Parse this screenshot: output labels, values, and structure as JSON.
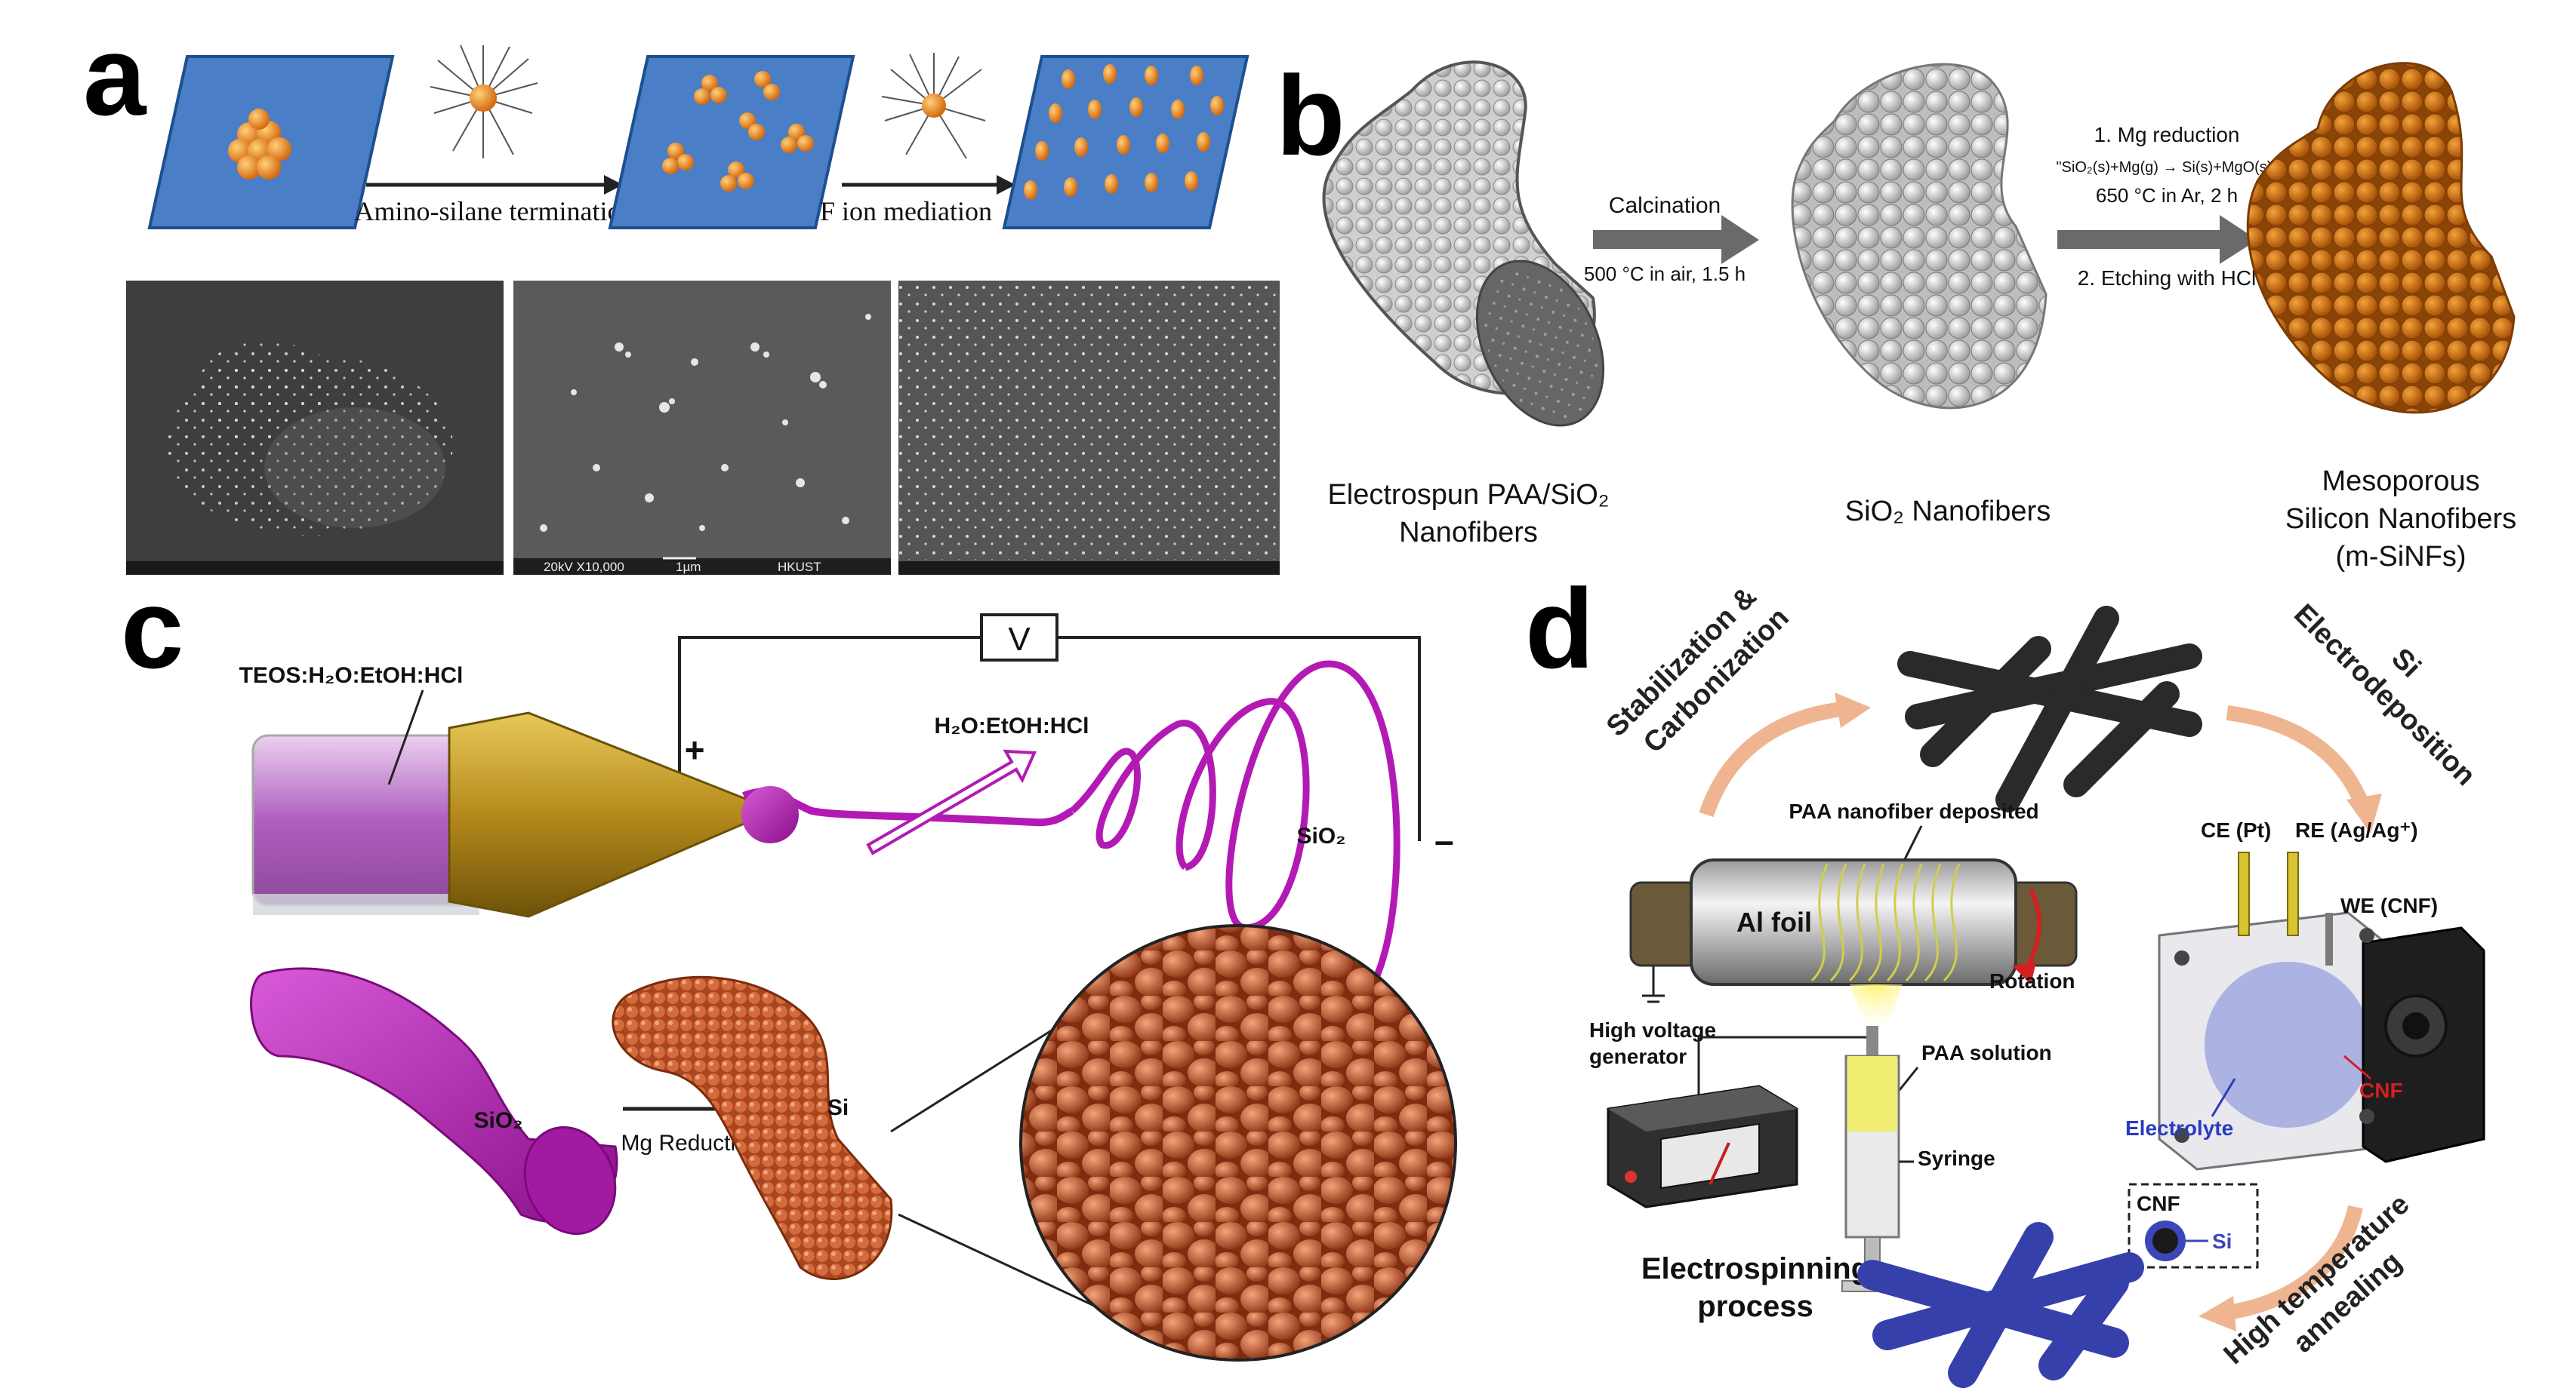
{
  "panel_labels": {
    "a": "a",
    "b": "b",
    "c": "c",
    "d": "d"
  },
  "panel_a": {
    "arrow1_label": "Amino-silane termination",
    "arrow2_label": "F ion mediation",
    "sem3_info": "20kV  X10,000",
    "sem3_scale": "1µm",
    "sem3_inst": "HKUST"
  },
  "panel_b": {
    "arrow1_top": "Calcination",
    "arrow1_bottom": "500 °C in air, 1.5 h",
    "arrow2_line1": "1. Mg reduction",
    "arrow2_equation": "\"SiO₂(s)+Mg(g) → Si(s)+MgO(s)\"",
    "arrow2_line2": "650 °C in Ar, 2 h",
    "arrow2_line3": "2. Etching with HCl",
    "label1_line1": "Electrospun PAA/SiO₂",
    "label1_line2": "Nanofibers",
    "label2": "SiO₂ Nanofibers",
    "label3_line1": "Mesoporous",
    "label3_line2": "Silicon Nanofibers",
    "label3_line3": "(m-SiNFs)"
  },
  "panel_c": {
    "voltage": "V",
    "solution": "TEOS:H₂O:EtOH:HCl",
    "vapor": "H₂O:EtOH:HCl",
    "plus": "+",
    "minus": "–",
    "sio2_spiral": "SiO₂",
    "sio2_fiber": "SiO₂",
    "reduction": "Mg Reduction",
    "si_fiber": "Si"
  },
  "panel_d": {
    "stab1": "Stabilization &",
    "stab2": "Carbonization",
    "electro1": "Si",
    "electro2": "Electrodeposition",
    "paa_deposited": "PAA nanofiber deposited",
    "al_foil": "Al foil",
    "rotation": "Rotation",
    "hv1": "High voltage",
    "hv2": "generator",
    "paa_solution": "PAA solution",
    "syringe": "Syringe",
    "process1": "Electrospinning",
    "process2": "process",
    "ce": "CE (Pt)",
    "re": "RE (Ag/Ag⁺)",
    "we": "WE (CNF)",
    "cnf_red": "CNF",
    "electrolyte": "Electrolyte",
    "inset_cnf": "CNF",
    "inset_si": "Si",
    "ann1": "High temperature",
    "ann2": "annealing"
  },
  "colors": {
    "substrate": "#4a7ec6",
    "particle": "#e77b1a",
    "magenta": "#b31ab3",
    "gold": "#c9a22c",
    "copper": "#c8582c",
    "si_orange": "#d77a12",
    "fiber_blue": "#3b47b8",
    "fiber_dark": "#2a2a2a"
  }
}
